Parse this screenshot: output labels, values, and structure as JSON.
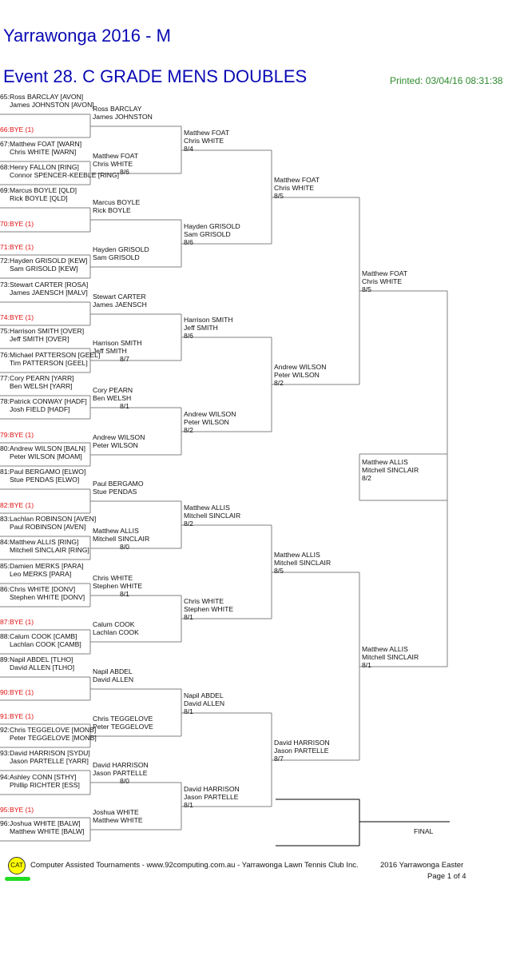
{
  "header": {
    "tournament": "Yarrawonga 2016 - M",
    "event": "Event 28. C GRADE MENS DOUBLES",
    "printed": "Printed: 03/04/16 08:31:38"
  },
  "round1": [
    {
      "num": "65:",
      "p1": "Ross BARCLAY [AVON]",
      "p2": "James JOHNSTON [AVON]"
    },
    {
      "num": "66:",
      "bye": "BYE (1)"
    },
    {
      "num": "67:",
      "p1": "Matthew FOAT [WARN]",
      "p2": "Chris WHITE [WARN]"
    },
    {
      "num": "68:",
      "p1": "Henry FALLON [RING]",
      "p2": "Connor SPENCER-KEEBLE [RING]"
    },
    {
      "num": "69:",
      "p1": "Marcus BOYLE [QLD]",
      "p2": "Rick BOYLE [QLD]"
    },
    {
      "num": "70:",
      "bye": "BYE (1)"
    },
    {
      "num": "71:",
      "bye": "BYE (1)"
    },
    {
      "num": "72:",
      "p1": "Hayden GRISOLD [KEW]",
      "p2": "Sam GRISOLD [KEW]"
    },
    {
      "num": "73:",
      "p1": "Stewart CARTER [ROSA]",
      "p2": "James JAENSCH [MALV]"
    },
    {
      "num": "74:",
      "bye": "BYE (1)"
    },
    {
      "num": "75:",
      "p1": "Harrison SMITH [OVER]",
      "p2": "Jeff SMITH [OVER]"
    },
    {
      "num": "76:",
      "p1": "Michael PATTERSON [GEEL]",
      "p2": "Tim PATTERSON [GEEL]"
    },
    {
      "num": "77:",
      "p1": "Cory PEARN [YARR]",
      "p2": "Ben WELSH [YARR]"
    },
    {
      "num": "78:",
      "p1": "Patrick CONWAY [HADF]",
      "p2": "Josh FIELD [HADF]"
    },
    {
      "num": "79:",
      "bye": "BYE (1)"
    },
    {
      "num": "80:",
      "p1": "Andrew WILSON [BALN]",
      "p2": "Peter WILSON [MOAM]"
    },
    {
      "num": "81:",
      "p1": "Paul BERGAMO [ELWO]",
      "p2": "Stue PENDAS [ELWO]"
    },
    {
      "num": "82:",
      "bye": "BYE (1)"
    },
    {
      "num": "83:",
      "p1": "Lachlan ROBINSON [AVEN]",
      "p2": "Paul ROBINSON [AVEN]"
    },
    {
      "num": "84:",
      "p1": "Matthew ALLIS [RING]",
      "p2": "Mitchell SINCLAIR [RING]"
    },
    {
      "num": "85:",
      "p1": "Damien MERKS [PARA]",
      "p2": "Leo MERKS [PARA]"
    },
    {
      "num": "86:",
      "p1": "Chris WHITE [DONV]",
      "p2": "Stephen WHITE [DONV]"
    },
    {
      "num": "87:",
      "bye": "BYE (1)"
    },
    {
      "num": "88:",
      "p1": "Calum COOK [CAMB]",
      "p2": "Lachlan COOK [CAMB]"
    },
    {
      "num": "89:",
      "p1": "Napil ABDEL [TLHO]",
      "p2": "David ALLEN [TLHO]"
    },
    {
      "num": "90:",
      "bye": "BYE (1)"
    },
    {
      "num": "91:",
      "bye": "BYE (1)"
    },
    {
      "num": "92:",
      "p1": "Chris TEGGELOVE [MONB]",
      "p2": "Peter TEGGELOVE [MONB]"
    },
    {
      "num": "93:",
      "p1": "David HARRISON [SYDU]",
      "p2": "Jason PARTELLE [YARR]"
    },
    {
      "num": "94:",
      "p1": "Ashley CONN [STHY]",
      "p2": "Phillip RICHTER [ESS]"
    },
    {
      "num": "95:",
      "bye": "BYE (1)"
    },
    {
      "num": "96:",
      "p1": "Joshua WHITE [BALW]",
      "p2": "Matthew WHITE [BALW]"
    }
  ],
  "round2": [
    {
      "p1": "Ross BARCLAY",
      "p2": "James JOHNSTON",
      "score": ""
    },
    {
      "p1": "Matthew FOAT",
      "p2": "Chris WHITE",
      "score": "8/6"
    },
    {
      "p1": "Marcus BOYLE",
      "p2": "Rick BOYLE",
      "score": ""
    },
    {
      "p1": "Hayden GRISOLD",
      "p2": "Sam GRISOLD",
      "score": ""
    },
    {
      "p1": "Stewart CARTER",
      "p2": "James JAENSCH",
      "score": ""
    },
    {
      "p1": "Harrison SMITH",
      "p2": "Jeff SMITH",
      "score": "8/7"
    },
    {
      "p1": "Cory PEARN",
      "p2": "Ben WELSH",
      "score": "8/1"
    },
    {
      "p1": "Andrew WILSON",
      "p2": "Peter WILSON",
      "score": ""
    },
    {
      "p1": "Paul BERGAMO",
      "p2": "Stue PENDAS",
      "score": ""
    },
    {
      "p1": "Matthew ALLIS",
      "p2": "Mitchell SINCLAIR",
      "score": "8/0"
    },
    {
      "p1": "Chris WHITE",
      "p2": "Stephen WHITE",
      "score": "8/1"
    },
    {
      "p1": "Calum COOK",
      "p2": "Lachlan COOK",
      "score": ""
    },
    {
      "p1": "Napil ABDEL",
      "p2": "David ALLEN",
      "score": ""
    },
    {
      "p1": "Chris TEGGELOVE",
      "p2": "Peter TEGGELOVE",
      "score": ""
    },
    {
      "p1": "David HARRISON",
      "p2": "Jason PARTELLE",
      "score": "8/0"
    },
    {
      "p1": "Joshua WHITE",
      "p2": "Matthew WHITE",
      "score": ""
    }
  ],
  "round3": [
    {
      "p1": "Matthew FOAT",
      "p2": "Chris WHITE",
      "score": "8/4"
    },
    {
      "p1": "Hayden GRISOLD",
      "p2": "Sam GRISOLD",
      "score": "8/6"
    },
    {
      "p1": "Harrison SMITH",
      "p2": "Jeff SMITH",
      "score": "8/6"
    },
    {
      "p1": "Andrew WILSON",
      "p2": "Peter WILSON",
      "score": "8/2"
    },
    {
      "p1": "Matthew ALLIS",
      "p2": "Mitchell SINCLAIR",
      "score": "8/2"
    },
    {
      "p1": "Chris WHITE",
      "p2": "Stephen WHITE",
      "score": "8/1"
    },
    {
      "p1": "Napil ABDEL",
      "p2": "David ALLEN",
      "score": "8/1"
    },
    {
      "p1": "David HARRISON",
      "p2": "Jason PARTELLE",
      "score": "8/1"
    }
  ],
  "round4": [
    {
      "p1": "Matthew FOAT",
      "p2": "Chris WHITE",
      "score": "8/5"
    },
    {
      "p1": "Andrew WILSON",
      "p2": "Peter WILSON",
      "score": "8/2"
    },
    {
      "p1": "Matthew ALLIS",
      "p2": "Mitchell SINCLAIR",
      "score": "8/5"
    },
    {
      "p1": "David HARRISON",
      "p2": "Jason PARTELLE",
      "score": "8/7"
    }
  ],
  "round5": [
    {
      "p1": "Matthew FOAT",
      "p2": "Chris WHITE",
      "score": "8/5"
    },
    {
      "p1": "Matthew ALLIS",
      "p2": "Mitchell SINCLAIR",
      "score": "8/1"
    }
  ],
  "winner": {
    "p1": "Matthew ALLIS",
    "p2": "Mitchell SINCLAIR",
    "score": "8/2"
  },
  "final_label": "FINAL",
  "footer": {
    "logo": "CAT",
    "credit": "Computer Assisted Tournaments - www.92computing.com.au -  Yarrawonga Lawn Tennis Club Inc.",
    "event_name": "2016 Yarrawonga Easter",
    "page": "Page 1 of 4"
  },
  "colors": {
    "title": "#0a0ab4",
    "printed": "#2e8b2e",
    "bye": "#e01010",
    "lines": "#808080"
  }
}
